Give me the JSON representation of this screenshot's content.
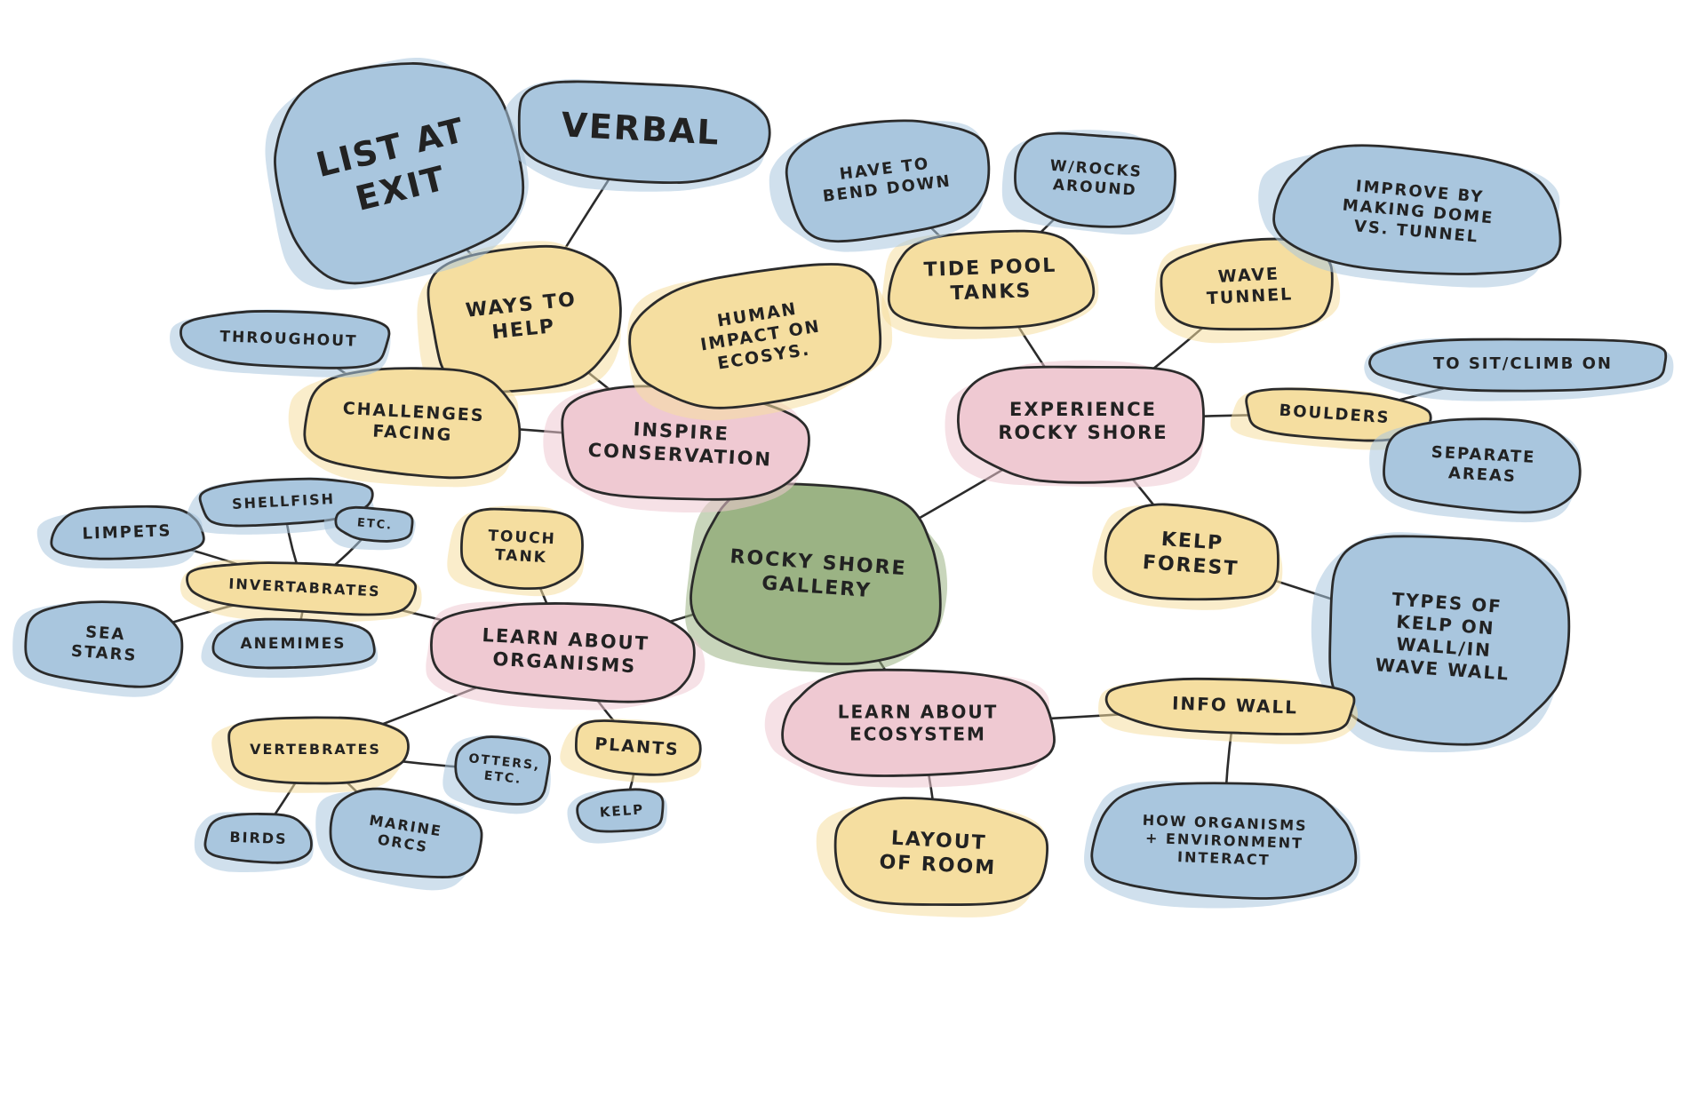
{
  "colors": {
    "root": "#9bb384",
    "primary": "#efc9d2",
    "secondary": "#f5dea0",
    "tertiary": "#a9c6de",
    "ink": "#2b2b2b"
  },
  "nodes": [
    {
      "id": "rocky-shore-gallery",
      "level": "root",
      "lines": [
        "ROCKY SHORE",
        "GALLERY"
      ]
    },
    {
      "id": "inspire-conservation",
      "level": "primary",
      "lines": [
        "INSPIRE",
        "CONSERVATION"
      ]
    },
    {
      "id": "experience-rocky-shore",
      "level": "primary",
      "lines": [
        "EXPERIENCE",
        "ROCKY SHORE"
      ]
    },
    {
      "id": "learn-about-organisms",
      "level": "primary",
      "lines": [
        "LEARN ABOUT",
        "ORGANISMS"
      ]
    },
    {
      "id": "learn-about-ecosystem",
      "level": "primary",
      "lines": [
        "LEARN ABOUT",
        "ECOSYSTEM"
      ]
    },
    {
      "id": "ways-to-help",
      "level": "secondary",
      "lines": [
        "WAYS TO",
        "HELP"
      ]
    },
    {
      "id": "human-impact",
      "level": "secondary",
      "lines": [
        "HUMAN",
        "IMPACT ON",
        "ECOSYS."
      ]
    },
    {
      "id": "challenges-facing",
      "level": "secondary",
      "lines": [
        "CHALLENGES",
        "FACING"
      ]
    },
    {
      "id": "list-at-exit",
      "level": "tertiary",
      "lines": [
        "LIST AT",
        "EXIT"
      ]
    },
    {
      "id": "verbal",
      "level": "tertiary",
      "lines": [
        "VERBAL"
      ]
    },
    {
      "id": "throughout",
      "level": "tertiary",
      "lines": [
        "THROUGHOUT"
      ]
    },
    {
      "id": "tide-pool-tanks",
      "level": "secondary",
      "lines": [
        "TIDE POOL",
        "TANKS"
      ]
    },
    {
      "id": "have-to-bend-down",
      "level": "tertiary",
      "lines": [
        "HAVE TO",
        "BEND DOWN"
      ]
    },
    {
      "id": "w-rocks-around",
      "level": "tertiary",
      "lines": [
        "W/ROCKS",
        "AROUND"
      ]
    },
    {
      "id": "wave-tunnel",
      "level": "secondary",
      "lines": [
        "WAVE",
        "TUNNEL"
      ]
    },
    {
      "id": "improve-dome",
      "level": "tertiary",
      "lines": [
        "IMPROVE BY",
        "MAKING DOME",
        "VS. TUNNEL"
      ]
    },
    {
      "id": "boulders",
      "level": "secondary",
      "lines": [
        "BOULDERS"
      ]
    },
    {
      "id": "to-sit-climb-on",
      "level": "tertiary",
      "lines": [
        "TO SIT/CLIMB ON"
      ]
    },
    {
      "id": "separate-areas",
      "level": "tertiary",
      "lines": [
        "SEPARATE",
        "AREAS"
      ]
    },
    {
      "id": "kelp-forest",
      "level": "secondary",
      "lines": [
        "KELP",
        "FOREST"
      ]
    },
    {
      "id": "types-of-kelp",
      "level": "tertiary",
      "lines": [
        "TYPES OF",
        "KELP ON",
        "WALL/IN",
        "WAVE WALL"
      ]
    },
    {
      "id": "info-wall",
      "level": "secondary",
      "lines": [
        "INFO WALL"
      ]
    },
    {
      "id": "how-organisms-interact",
      "level": "tertiary",
      "lines": [
        "HOW ORGANISMS",
        "+ ENVIRONMENT",
        "INTERACT"
      ]
    },
    {
      "id": "layout-of-room",
      "level": "secondary",
      "lines": [
        "LAYOUT",
        "OF ROOM"
      ]
    },
    {
      "id": "touch-tank",
      "level": "secondary",
      "lines": [
        "TOUCH",
        "TANK"
      ]
    },
    {
      "id": "invertebrates",
      "level": "secondary",
      "lines": [
        "INVERTABRATES"
      ]
    },
    {
      "id": "limpets",
      "level": "tertiary",
      "lines": [
        "LIMPETS"
      ]
    },
    {
      "id": "shellfish",
      "level": "tertiary",
      "lines": [
        "SHELLFISH"
      ]
    },
    {
      "id": "etc-inv",
      "level": "tertiary",
      "lines": [
        "ETC."
      ]
    },
    {
      "id": "sea-stars",
      "level": "tertiary",
      "lines": [
        "SEA",
        "STARS"
      ]
    },
    {
      "id": "anemones",
      "level": "tertiary",
      "lines": [
        "ANEMIMES"
      ]
    },
    {
      "id": "vertebrates",
      "level": "secondary",
      "lines": [
        "VERTEBRATES"
      ]
    },
    {
      "id": "otters-etc",
      "level": "tertiary",
      "lines": [
        "OTTERS,",
        "ETC."
      ]
    },
    {
      "id": "birds",
      "level": "tertiary",
      "lines": [
        "BIRDS"
      ]
    },
    {
      "id": "marine-orcs",
      "level": "tertiary",
      "lines": [
        "MARINE",
        "ORCS"
      ]
    },
    {
      "id": "plants",
      "level": "secondary",
      "lines": [
        "PLANTS"
      ]
    },
    {
      "id": "kelp",
      "level": "tertiary",
      "lines": [
        "KELP"
      ]
    }
  ],
  "edges": [
    [
      "rocky-shore-gallery",
      "inspire-conservation"
    ],
    [
      "rocky-shore-gallery",
      "experience-rocky-shore"
    ],
    [
      "rocky-shore-gallery",
      "learn-about-organisms"
    ],
    [
      "rocky-shore-gallery",
      "learn-about-ecosystem"
    ],
    [
      "inspire-conservation",
      "ways-to-help"
    ],
    [
      "inspire-conservation",
      "human-impact"
    ],
    [
      "inspire-conservation",
      "challenges-facing"
    ],
    [
      "ways-to-help",
      "list-at-exit"
    ],
    [
      "ways-to-help",
      "verbal"
    ],
    [
      "challenges-facing",
      "throughout"
    ],
    [
      "experience-rocky-shore",
      "tide-pool-tanks"
    ],
    [
      "experience-rocky-shore",
      "wave-tunnel"
    ],
    [
      "experience-rocky-shore",
      "boulders"
    ],
    [
      "experience-rocky-shore",
      "kelp-forest"
    ],
    [
      "tide-pool-tanks",
      "have-to-bend-down"
    ],
    [
      "tide-pool-tanks",
      "w-rocks-around"
    ],
    [
      "wave-tunnel",
      "improve-dome"
    ],
    [
      "boulders",
      "to-sit-climb-on"
    ],
    [
      "boulders",
      "separate-areas"
    ],
    [
      "kelp-forest",
      "types-of-kelp"
    ],
    [
      "learn-about-ecosystem",
      "info-wall"
    ],
    [
      "learn-about-ecosystem",
      "layout-of-room"
    ],
    [
      "info-wall",
      "how-organisms-interact"
    ],
    [
      "learn-about-organisms",
      "touch-tank"
    ],
    [
      "learn-about-organisms",
      "invertebrates"
    ],
    [
      "learn-about-organisms",
      "vertebrates"
    ],
    [
      "learn-about-organisms",
      "plants"
    ],
    [
      "invertebrates",
      "limpets"
    ],
    [
      "invertebrates",
      "shellfish"
    ],
    [
      "invertebrates",
      "etc-inv"
    ],
    [
      "invertebrates",
      "sea-stars"
    ],
    [
      "invertebrates",
      "anemones"
    ],
    [
      "vertebrates",
      "otters-etc"
    ],
    [
      "vertebrates",
      "birds"
    ],
    [
      "vertebrates",
      "marine-orcs"
    ],
    [
      "plants",
      "kelp"
    ]
  ]
}
